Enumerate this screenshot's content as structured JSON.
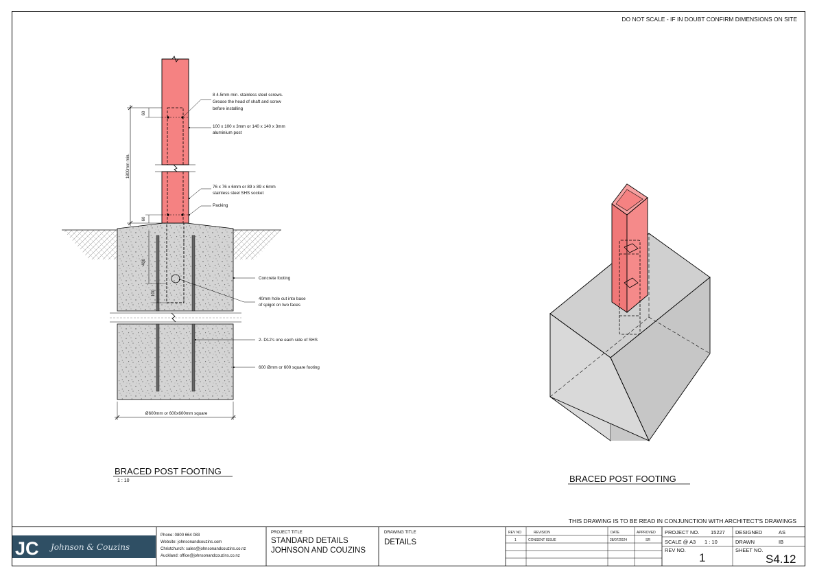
{
  "sheet": {
    "top_note": "DO NOT SCALE - IF IN DOUBT CONFIRM DIMENSIONS ON SITE",
    "bottom_note": "THIS DRAWING IS TO BE READ IN CONJUNCTION WITH ARCHITECT'S DRAWINGS"
  },
  "section_view": {
    "title": "BRACED POST FOOTING",
    "scale": "1 : 10",
    "callouts": {
      "screws": [
        "8 4.5mm min. stainless steel screws.",
        "Grease the head of shaft and screw",
        "before installing"
      ],
      "post": [
        "100 x 100 x 3mm or 140 x 140 x 3mm",
        "aluminium post"
      ],
      "socket": [
        "76 x 76 x 6mm or 89 x 89 x 6mm",
        "stainless steel SHS socket"
      ],
      "packing": "Packing",
      "concrete": "Concrete footing",
      "hole": [
        "40mm hole cut into base",
        "of spigot on two faces"
      ],
      "bars": "2- D12's one each side of SHS",
      "footing_size": "600 Ømm or 600 square footing"
    },
    "dims": {
      "top_60": "60",
      "socket_len": "1800mm min.",
      "lower_60": "60",
      "d400": "400",
      "d100": "100",
      "width": "Ø600mm or 600x600mm square"
    }
  },
  "iso_view": {
    "title": "BRACED POST FOOTING"
  },
  "title_block": {
    "company_name": "Johnson & Couzins",
    "contacts": [
      "Phone: 0800 664 083",
      "Website: johnsonandcouzins.com",
      "Christchurch: sales@johnsonandcouzins.co.nz",
      "Auckland: office@johnsonandcouzins.co.nz"
    ],
    "project_title_label": "PROJECT TITLE",
    "project_title_1": "STANDARD DETAILS",
    "project_title_2": "JOHNSON AND COUZINS",
    "drawing_title_label": "DRAWING TITLE",
    "drawing_title": "DETAILS",
    "rev_headers": {
      "rev": "REV NO",
      "revision": "REVISION",
      "date": "DATE",
      "approved": "APPROVED"
    },
    "revisions": [
      {
        "rev": "1",
        "revision": "CONSENT ISSUE",
        "date": "28/07/2024",
        "approved": "SR"
      }
    ],
    "project_no_label": "PROJECT NO.",
    "project_no": "15227",
    "scale_label": "SCALE @ A3",
    "scale": "1 : 10",
    "rev_no_label": "REV NO.",
    "rev_no": "1",
    "designed_label": "DESIGNED",
    "designed": "AS",
    "drawn_label": "DRAWN",
    "drawn": "IB",
    "sheet_no_label": "SHEET NO.",
    "sheet_no": "S4.12"
  },
  "colors": {
    "post": "#f58282",
    "concrete": "#d6d6d6",
    "logo_bg": "#2f4f64",
    "iso_block": "#cfcfcf"
  }
}
